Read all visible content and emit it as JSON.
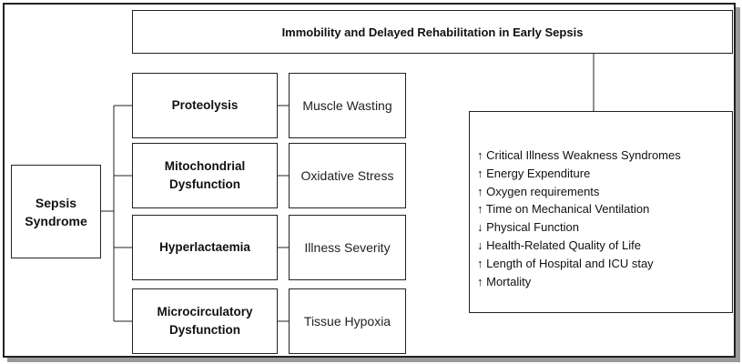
{
  "title": "Immobility and Delayed Rehabilitation in Early Sepsis",
  "root": {
    "line1": "Sepsis",
    "line2": "Syndrome"
  },
  "mechanisms": [
    {
      "line1": "Proteolysis",
      "line2": "",
      "effect": "Muscle Wasting"
    },
    {
      "line1": "Mitochondrial",
      "line2": "Dysfunction",
      "effect": "Oxidative Stress"
    },
    {
      "line1": "Hyperlactaemia",
      "line2": "",
      "effect": "Illness Severity"
    },
    {
      "line1": "Microcirculatory",
      "line2": "Dysfunction",
      "effect": "Tissue Hypoxia"
    }
  ],
  "outcomes": [
    {
      "arrow": "↑",
      "text": "Critical Illness Weakness Syndromes"
    },
    {
      "arrow": "↑",
      "text": "Energy Expenditure"
    },
    {
      "arrow": "↑",
      "text": "Oxygen requirements"
    },
    {
      "arrow": "↑",
      "text": "Time on Mechanical Ventilation"
    },
    {
      "arrow": "↓",
      "text": "Physical Function"
    },
    {
      "arrow": "↓",
      "text": "Health-Related Quality of Life"
    },
    {
      "arrow": "↑",
      "text": "Length of Hospital and ICU stay"
    },
    {
      "arrow": "↑",
      "text": "Mortality"
    }
  ]
}
